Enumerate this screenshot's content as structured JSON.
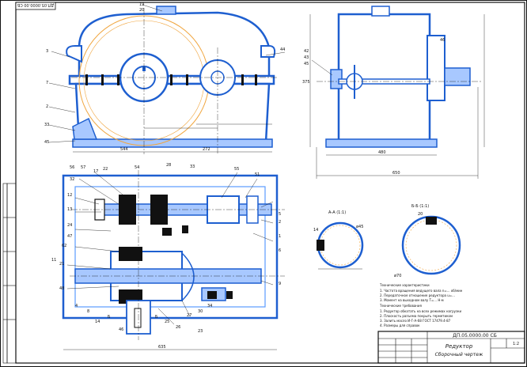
{
  "colors": {
    "background": "#ffffff",
    "outline": "#1e5fd0",
    "fill": "#a8c8ff",
    "body": "#5b9bff",
    "gear": "#f0a640",
    "black": "#111111"
  },
  "stamp_code": "ДП.05.0000.00 СБ",
  "title_block": {
    "code": "ДП.05.0000.00 СБ",
    "name": "Редуктор",
    "subtitle": "Сборочный чертеж",
    "scale": "1:2"
  },
  "sections": {
    "a_a": "А-А (1:1)",
    "b_b": "Б-Б (1:1)"
  },
  "tech_requirements_title": "Технические характеристики",
  "tech_requirements": [
    "1. Частота вращения ведущего вала n=... об/мин",
    "2. Передаточное отношение редуктора u=...",
    "3. Момент на выходном валу Т=... Н·м"
  ],
  "tech_conditions_title": "Технические требования",
  "tech_conditions": [
    "1. Редуктор обкатать на всех режимах нагрузки",
    "2. Плоскость разъема покрыть герметиком",
    "3. Залить масло И-Г-А-68 ГОСТ 17479.4-87",
    "4. Размеры для справок"
  ],
  "callouts_front": [
    "19",
    "20",
    "3",
    "7",
    "2",
    "33",
    "45",
    "44"
  ],
  "callouts_plan": [
    "56",
    "57",
    "32",
    "17",
    "22",
    "54",
    "55",
    "51",
    "28",
    "33",
    "5",
    "2",
    "1",
    "9",
    "12",
    "13",
    "24",
    "47",
    "62",
    "21",
    "48",
    "4",
    "8",
    "14",
    "25",
    "26",
    "27",
    "30",
    "34",
    "11",
    "46",
    "23",
    "6"
  ],
  "callouts_side": [
    "42",
    "43",
    "45",
    "46"
  ],
  "dims": {
    "front_width": "544",
    "front_half": "272",
    "side_width": "480",
    "side_total": "650",
    "side_height": "375",
    "plan_width": "635",
    "shaft_dia_a": "ø45",
    "shaft_dia_b": "ø70",
    "key_a": "14",
    "key_b": "20"
  }
}
